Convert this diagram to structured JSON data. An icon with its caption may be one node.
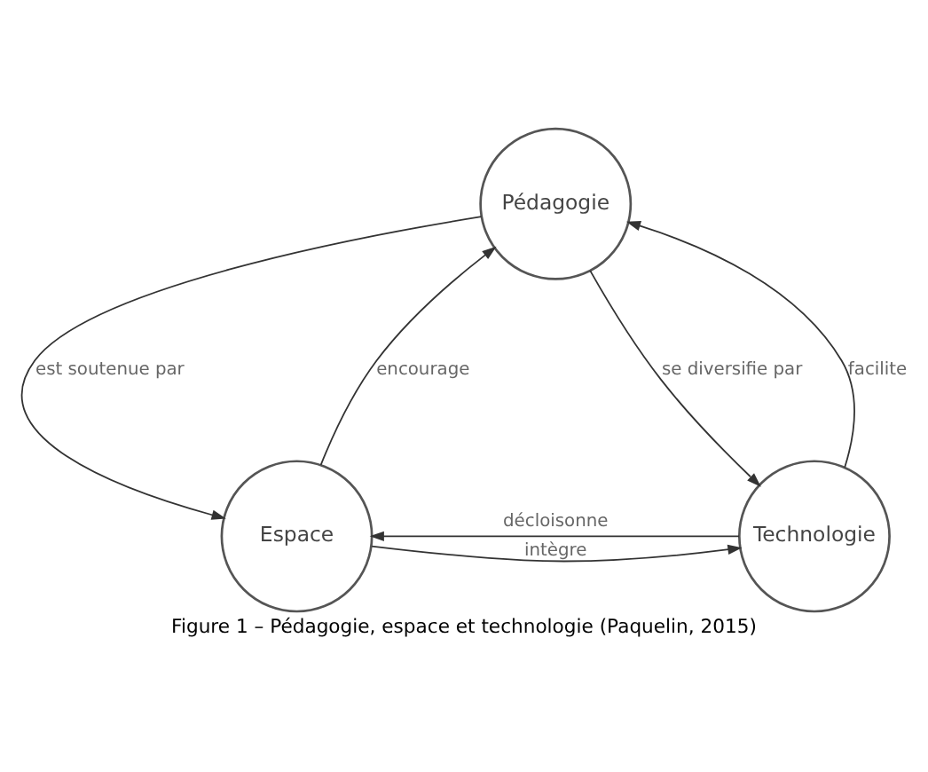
{
  "diagram": {
    "caption": "Figure 1 – Pédagogie, espace et technologie (Paquelin, 2015)",
    "nodes": [
      {
        "text": [
          "Pédagogie"
        ]
      },
      {
        "text": [
          "Espace"
        ]
      },
      {
        "text": [
          "Technologie"
        ]
      }
    ],
    "edges": [
      {
        "from": 0,
        "to": 1,
        "arrow": "to",
        "label": "est soutenue par"
      },
      {
        "from": 1,
        "to": 0,
        "arrow": "to",
        "label": "encourage"
      },
      {
        "from": 0,
        "to": 2,
        "arrow": "to",
        "label": "se diversifie par"
      },
      {
        "from": 2,
        "to": 0,
        "arrow": "to",
        "label": "facilite"
      },
      {
        "from": 2,
        "to": 1,
        "arrow": "to",
        "label": "décloisonne"
      },
      {
        "from": 1,
        "to": 2,
        "arrow": "to",
        "label": "intègre"
      }
    ]
  }
}
